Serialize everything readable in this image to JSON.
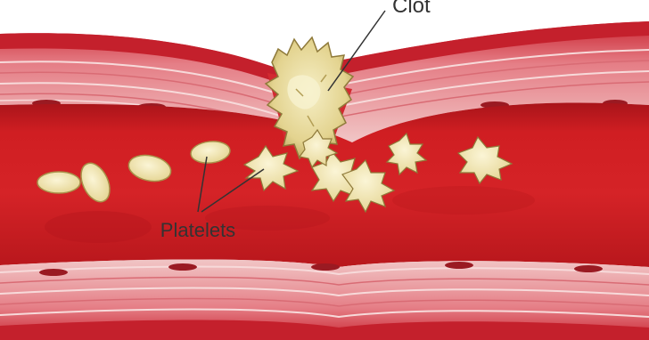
{
  "figure": {
    "labels": {
      "clot": "Clot",
      "platelets": "Platelets"
    },
    "elements": {
      "vessel": "blood-vessel",
      "clot": "clot",
      "platelets_resting": 4,
      "platelets_activated": 6
    },
    "colors": {
      "background": "#ffffff",
      "vessel_outer": "#c4202c",
      "vessel_wall_pink": "#eab6b8",
      "lumen": "#d21e22",
      "lumen_dark": "#a8141a",
      "platelet": "#f2e6a6",
      "platelet_edge": "#b7a255",
      "clot": "#e9dc9c",
      "leader_line": "#333333"
    }
  }
}
